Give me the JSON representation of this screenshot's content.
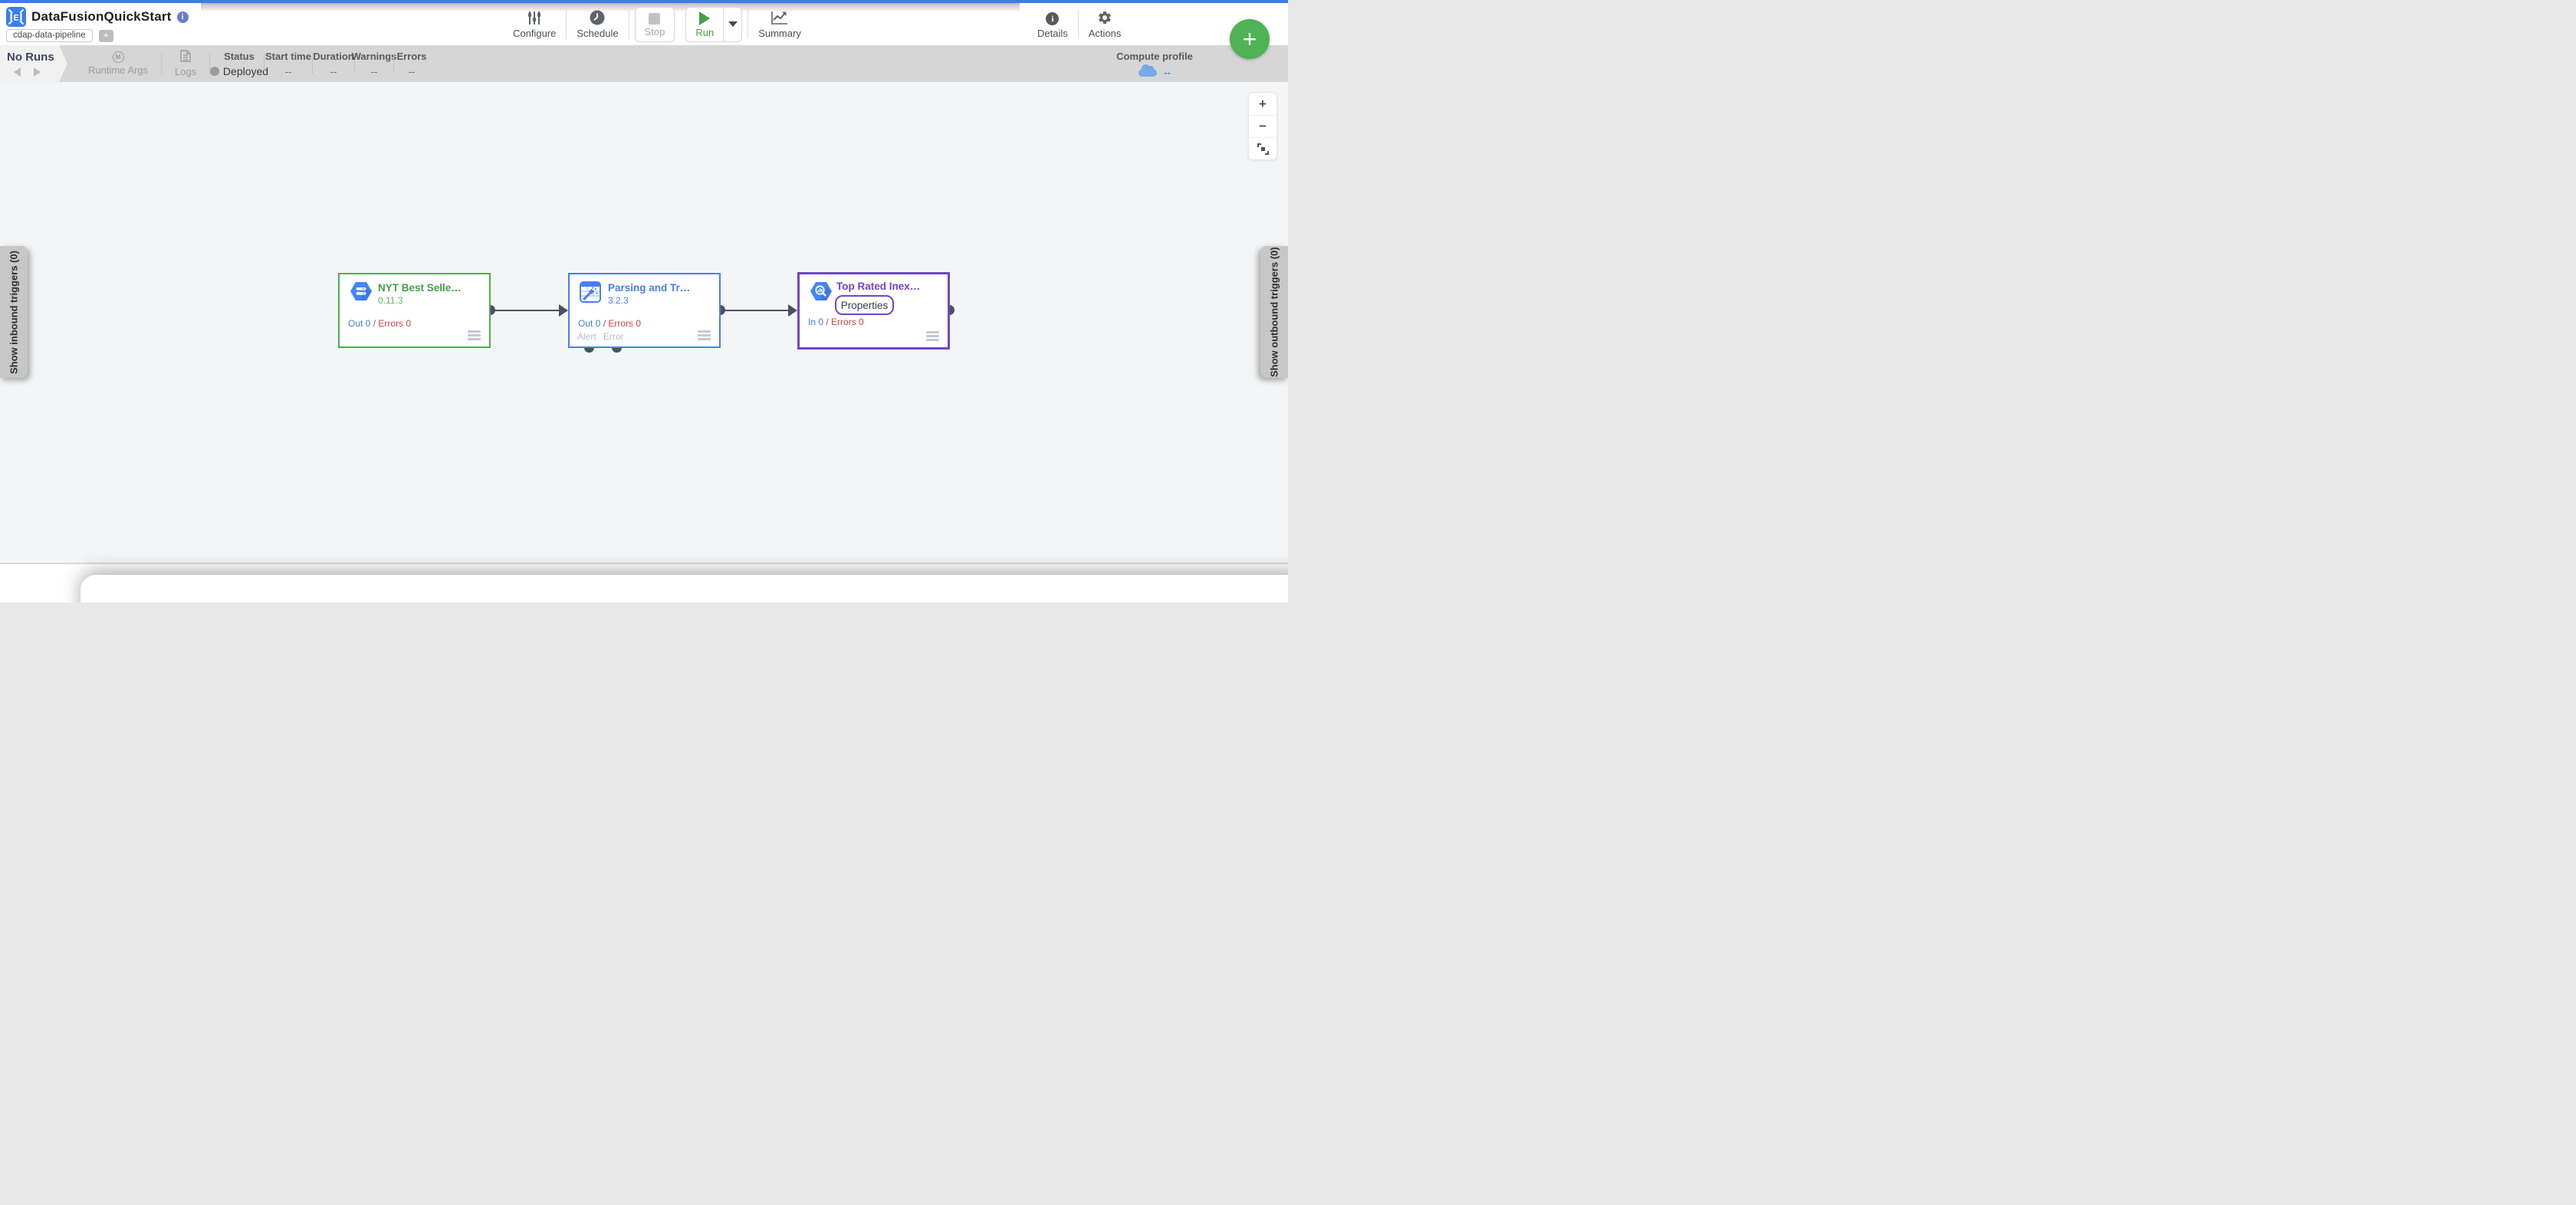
{
  "colors": {
    "top_bar_blue": "#3D7CE6",
    "fab_green": "#4FB254",
    "run_green": "#43A047",
    "node_source_green": "#4DAE4F",
    "node_transform_blue": "#4A7DF0",
    "node_sink_purple": "#6D47C7",
    "metric_blue": "#3F7DE0",
    "metric_red": "#C94444",
    "port_slate": "#485063",
    "statusbar_gray": "#D6D6D6",
    "canvas_gray": "#F4F5F6",
    "cloud_blue": "#74A9EA"
  },
  "header": {
    "title": "DataFusionQuickStart",
    "info_glyph": "i",
    "tag": "cdap-data-pipeline",
    "add_tag": "+"
  },
  "toolbar": {
    "configure": "Configure",
    "schedule": "Schedule",
    "stop": "Stop",
    "run": "Run",
    "summary": "Summary",
    "details": "Details",
    "details_glyph": "i",
    "actions": "Actions",
    "add_node": "+"
  },
  "runbar": {
    "runs_label": "No Runs",
    "runtime_args": "Runtime Args",
    "runtime_args_glyph": "M",
    "logs": "Logs",
    "columns": [
      {
        "label": "Status",
        "value": "Deployed"
      },
      {
        "label": "Start time",
        "value": "--"
      },
      {
        "label": "Duration",
        "value": "--"
      },
      {
        "label": "Warnings",
        "value": "--"
      },
      {
        "label": "Errors",
        "value": "--"
      }
    ],
    "compute_profile": {
      "label": "Compute profile",
      "value": "--"
    }
  },
  "canvas": {
    "nodes": [
      {
        "title": "NYT Best Selle…",
        "version": "0.11.3",
        "metric_left": "Out 0",
        "metric_sep": "/",
        "metric_right": "Errors 0",
        "icon": "gcs-hexagon-icon",
        "border_color": "#4DAE4F"
      },
      {
        "title": "Parsing and Tr…",
        "version": "3.2.3",
        "metric_left": "Out 0",
        "metric_sep": "/",
        "metric_right": "Errors 0",
        "alert": "Alert",
        "error": "Error",
        "icon": "wrangler-wand-icon",
        "border_color": "#4A7DF0"
      },
      {
        "title": "Top Rated Inex…",
        "properties": "Properties",
        "metric_left": "In 0",
        "metric_sep": "/",
        "metric_right": "Errors 0",
        "icon": "bigquery-hexagon-icon",
        "border_color": "#6D47C7"
      }
    ],
    "zoom": {
      "zoom_in": "+",
      "zoom_out": "−"
    },
    "left_tab": "Show inbound triggers (0)",
    "right_tab": "Show outbound triggers (0)"
  }
}
